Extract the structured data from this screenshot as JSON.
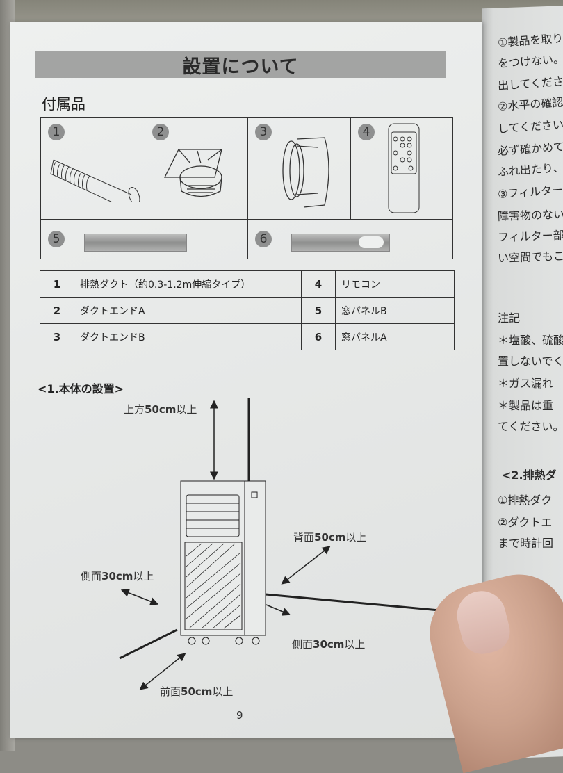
{
  "page": {
    "title": "設置について",
    "accessories_heading": "付属品",
    "page_number": "9"
  },
  "accessory_figures": [
    {
      "number": "1",
      "icon": "exhaust-duct-hose-icon"
    },
    {
      "number": "2",
      "icon": "duct-end-a-icon"
    },
    {
      "number": "3",
      "icon": "duct-end-b-icon"
    },
    {
      "number": "4",
      "icon": "remote-control-icon"
    },
    {
      "number": "5",
      "icon": "window-panel-b-icon"
    },
    {
      "number": "6",
      "icon": "window-panel-a-icon"
    }
  ],
  "parts_table": {
    "rows": [
      {
        "left_num": "1",
        "left_name": "排熱ダクト（約0.3-1.2m伸縮タイプ）",
        "right_num": "4",
        "right_name": "リモコン"
      },
      {
        "left_num": "2",
        "left_name": "ダクトエンドA",
        "right_num": "5",
        "right_name": "窓パネルB"
      },
      {
        "left_num": "3",
        "left_name": "ダクトエンドB",
        "right_num": "6",
        "right_name": "窓パネルA"
      }
    ]
  },
  "installation": {
    "heading": "<1.本体の設置>",
    "clearances": {
      "top": {
        "prefix": "上方",
        "value": "50cm",
        "suffix": "以上"
      },
      "back": {
        "prefix": "背面",
        "value": "50cm",
        "suffix": "以上"
      },
      "side_left": {
        "prefix": "側面",
        "value": "30cm",
        "suffix": "以上"
      },
      "side_right": {
        "prefix": "側面",
        "value": "30cm",
        "suffix": "以上"
      },
      "front": {
        "prefix": "前面",
        "value": "50cm",
        "suffix": "以上"
      }
    }
  },
  "right_page": {
    "lines": [
      "①製品を取り",
      "をつけない。",
      "出してくださ",
      "②水平の確認",
      "してください",
      "必ず確かめて",
      "ふれ出たり、",
      "③フィルター",
      "障害物のない",
      "フィルター部",
      "い空間でもこ"
    ],
    "notes_heading": "注記",
    "notes": [
      "＊塩酸、硫酸",
      "置しないでく",
      "＊ガス漏れ",
      "＊製品は重",
      "てください。"
    ],
    "section2_heading": "<2.排熱ダ",
    "section2_lines": [
      "①排熱ダク",
      "②ダクトエ",
      "まで時計回"
    ]
  }
}
